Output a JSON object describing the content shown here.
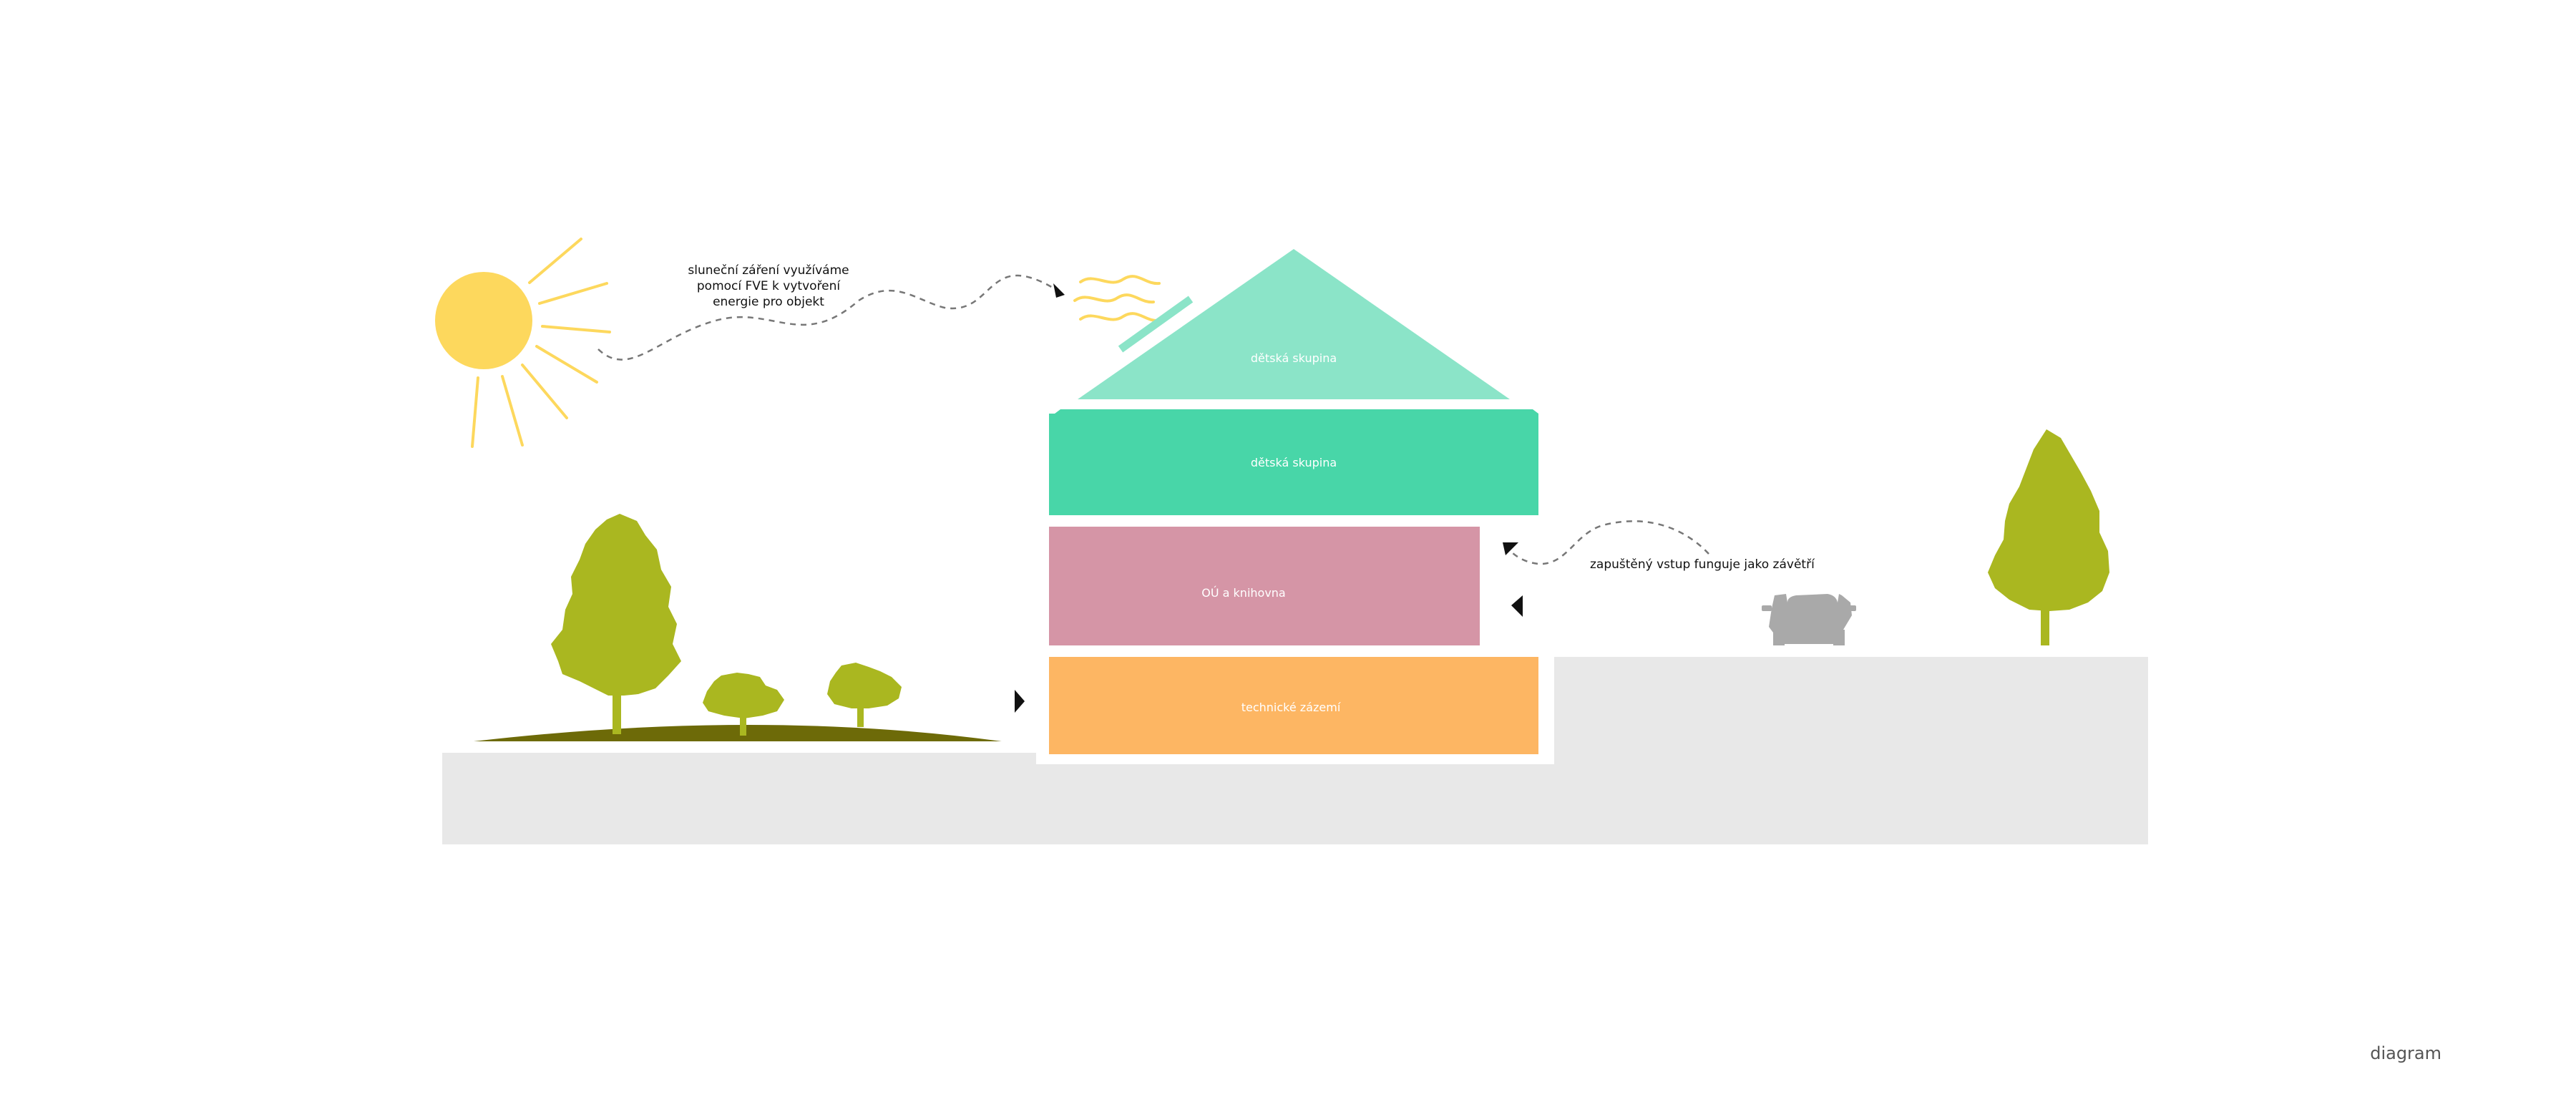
{
  "floors": {
    "roof_label": "dětská skupina",
    "upper_label": "dětská skupina",
    "middle_label": "OÚ a knihovna",
    "lower_label": "technické zázemí"
  },
  "annotations": {
    "solar_line_1": "sluneční záření využíváme",
    "solar_line_2": "pomocí FVE k vytvoření",
    "solar_line_3": "energie pro objekt",
    "entrance": "zapuštěný vstup funguje jako závětří"
  },
  "caption": "diagram",
  "colors": {
    "sun": "#fdd85d",
    "roof": "#8be4c8",
    "upper_floor": "#48d6a8",
    "middle_floor": "#d595a6",
    "lower_floor": "#fdb663",
    "ground": "#e8e8e8",
    "tree": "#aab720",
    "hill": "#6d6a08",
    "car": "#a9a9a9"
  }
}
